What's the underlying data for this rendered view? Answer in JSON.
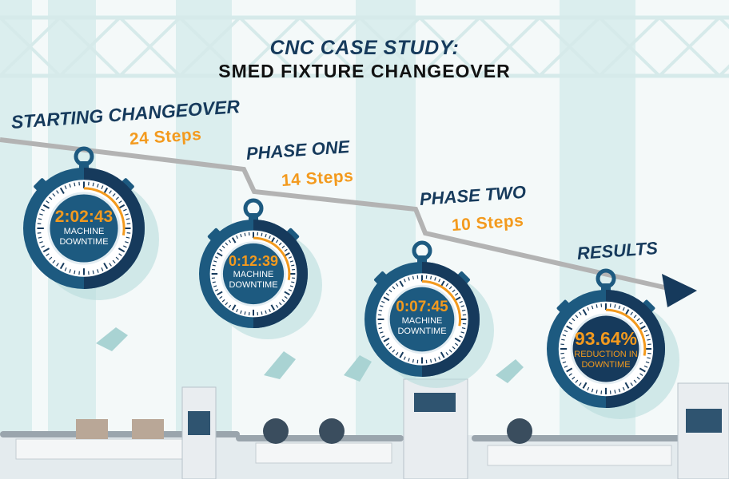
{
  "title": {
    "line1": "CNC CASE STUDY:",
    "line2": "SMED FIXTURE CHANGEOVER"
  },
  "stages": [
    {
      "label": "STARTING CHANGEOVER",
      "steps": "24 Steps",
      "time": "2:02:43",
      "caption1": "MACHINE",
      "caption2": "DOWNTIME"
    },
    {
      "label": "PHASE ONE",
      "steps": "14 Steps",
      "time": "0:12:39",
      "caption1": "MACHINE",
      "caption2": "DOWNTIME"
    },
    {
      "label": "PHASE TWO",
      "steps": "10 Steps",
      "time": "0:07:45",
      "caption1": "MACHINE",
      "caption2": "DOWNTIME"
    },
    {
      "label": "RESULTS",
      "steps": "",
      "time": "93.64%",
      "caption1": "REDUCTION IN",
      "caption2": "DOWNTIME"
    }
  ],
  "colors": {
    "navy": "#163a5c",
    "blue": "#1d5a80",
    "orange": "#f39a1e",
    "line": "#b3b3b3"
  }
}
